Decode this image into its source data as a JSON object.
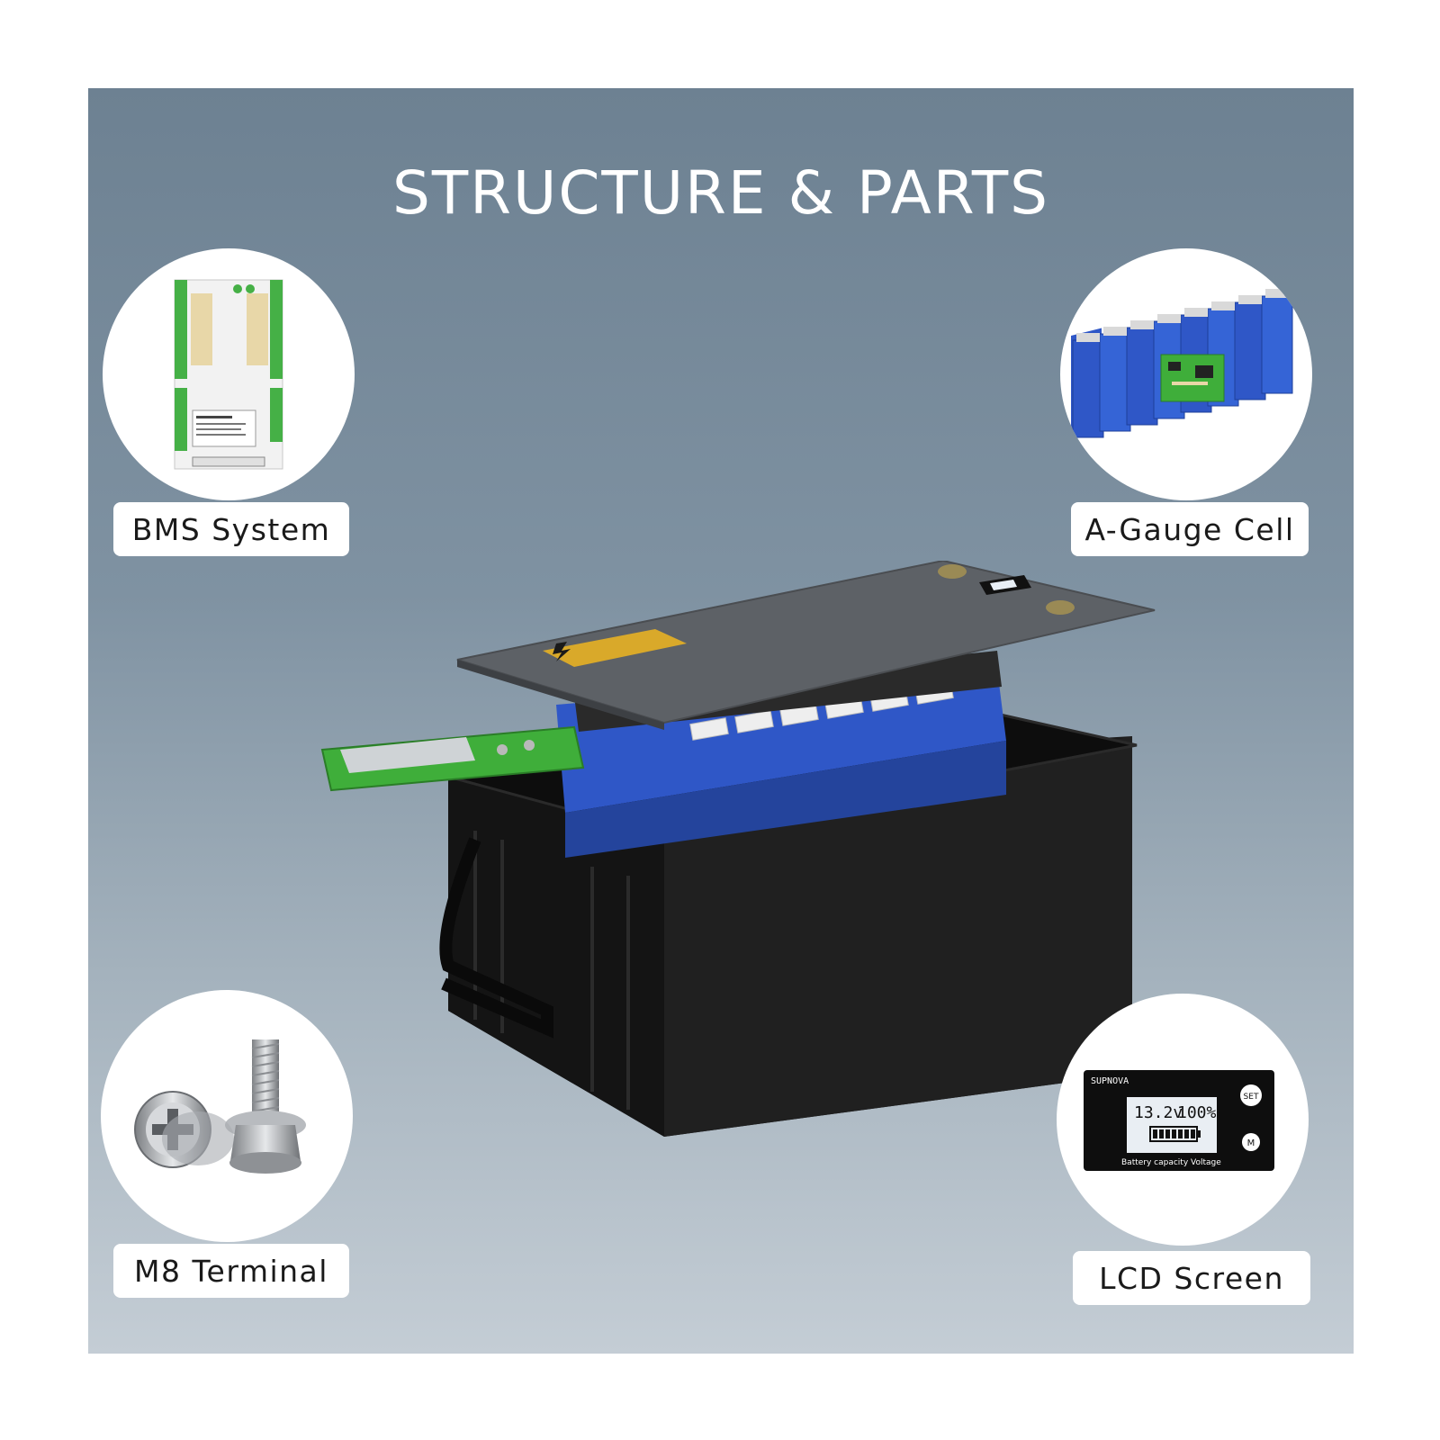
{
  "title": "STRUCTURE & PARTS",
  "parts": [
    {
      "label": "BMS System"
    },
    {
      "label": "A-Gauge Cell"
    },
    {
      "label": "M8 Terminal"
    },
    {
      "label": "LCD Screen"
    }
  ],
  "lcd": {
    "brand": "SUPNOVA",
    "voltage": "13.2v",
    "percent": "100%",
    "caption": "Battery capacity Voltage",
    "set_button": "SET",
    "mode_button": "M"
  },
  "colors": {
    "panel_top": "#6d8192",
    "panel_bottom": "#c4cdd5",
    "cell_blue": "#2f57c7",
    "pcb_green": "#3fae3a",
    "case_black": "#1b1b1b"
  }
}
